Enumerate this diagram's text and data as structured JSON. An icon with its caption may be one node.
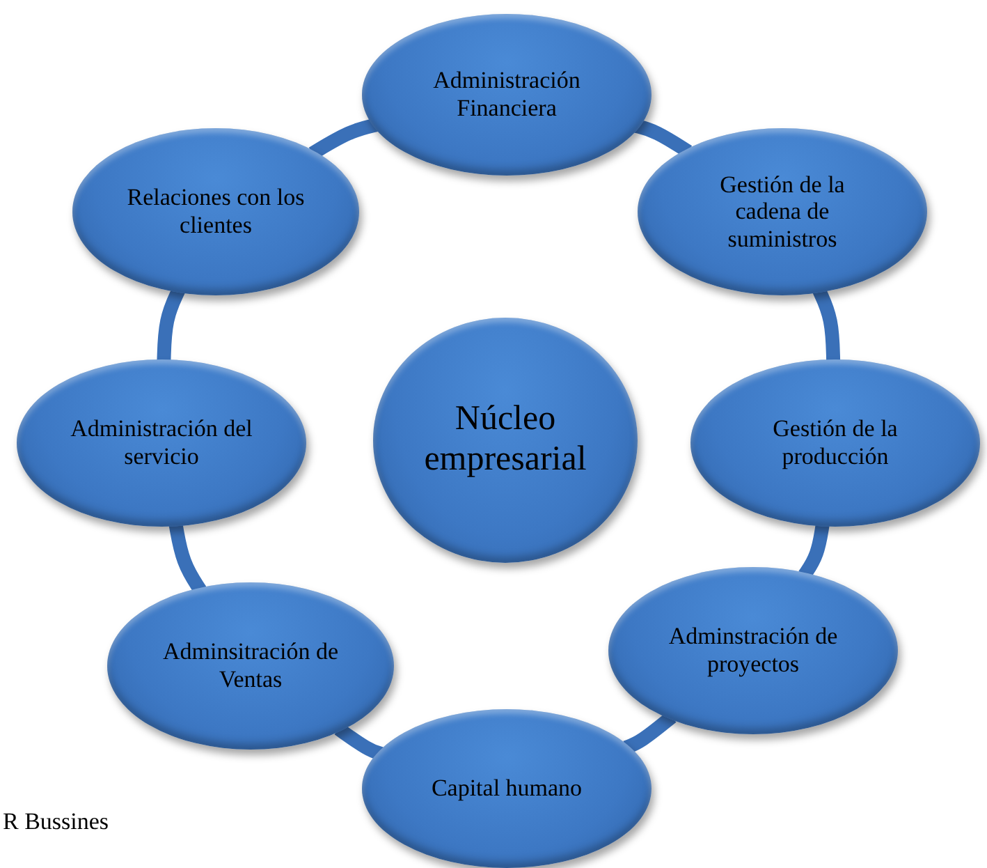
{
  "diagram": {
    "nodes": [
      {
        "text": [
          "Administración Financiera"
        ]
      },
      {
        "text": [
          "Relaciones con los clientes"
        ]
      },
      {
        "text": [
          "Gestión de la cadena de suministros"
        ]
      },
      {
        "text": [
          "Administración del servicio"
        ]
      },
      {
        "text": [
          "Núcleo empresarial"
        ]
      },
      {
        "text": [
          "Gestión de la producción"
        ]
      },
      {
        "text": [
          "Adminsitración de Ventas"
        ]
      },
      {
        "text": [
          "Adminstración de proyectos"
        ]
      },
      {
        "text": [
          "Capital humano"
        ]
      }
    ],
    "edges": [
      {
        "from": 0,
        "to": 2,
        "arrow": "none"
      },
      {
        "from": 2,
        "to": 5,
        "arrow": "none"
      },
      {
        "from": 5,
        "to": 7,
        "arrow": "none"
      },
      {
        "from": 7,
        "to": 8,
        "arrow": "none"
      },
      {
        "from": 8,
        "to": 6,
        "arrow": "none"
      },
      {
        "from": 6,
        "to": 3,
        "arrow": "none"
      },
      {
        "from": 3,
        "to": 1,
        "arrow": "none"
      },
      {
        "from": 1,
        "to": 0,
        "arrow": "none"
      }
    ],
    "labels": [
      "R Bussines"
    ]
  }
}
